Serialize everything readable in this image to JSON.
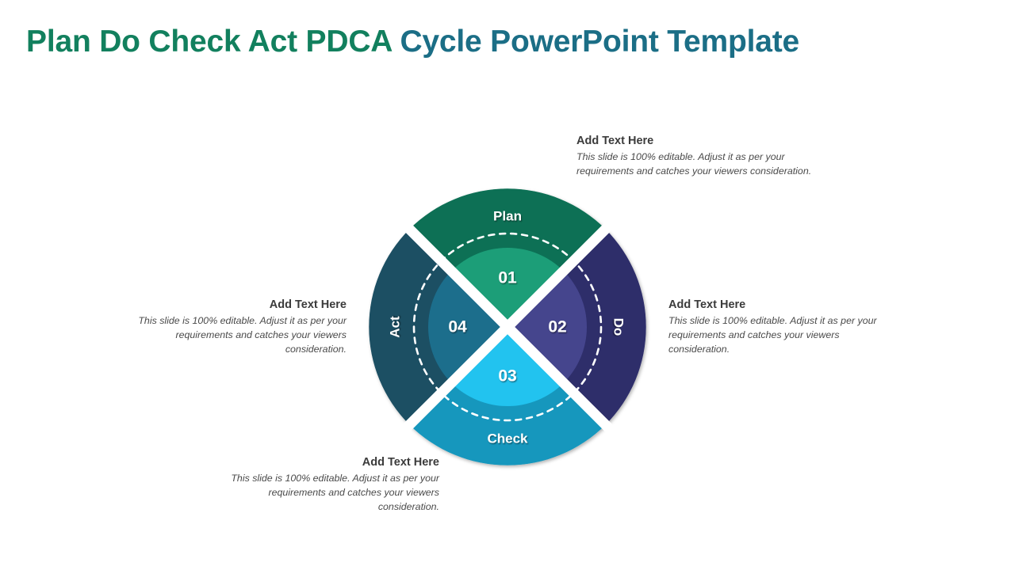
{
  "title": {
    "segment_green": "Plan Do Check Act PDCA ",
    "segment_blue": "Cycle PowerPoint Template",
    "color_green": "#12805e",
    "color_blue": "#1b6e86"
  },
  "diagram": {
    "type": "pdca-cycle-wheel",
    "segments": [
      {
        "id": "plan",
        "stage_label": "Plan",
        "number_label": "01",
        "position": "top",
        "outer_color": "#0a7054",
        "inner_color": "#1d9e78"
      },
      {
        "id": "do",
        "stage_label": "Do",
        "number_label": "02",
        "position": "right",
        "outer_color": "#2e2e6b",
        "inner_color": "#45458d"
      },
      {
        "id": "check",
        "stage_label": "Check",
        "number_label": "03",
        "position": "bottom",
        "outer_color": "#1397bd",
        "inner_color": "#24c3ef"
      },
      {
        "id": "act",
        "stage_label": "Act",
        "number_label": "04",
        "position": "left",
        "outer_color": "#1a4f64",
        "inner_color": "#1d6e8c"
      }
    ],
    "divider_color": "#ffffff",
    "dashed_arc_color": "#ffffff"
  },
  "callouts": [
    {
      "id": "plan",
      "heading": "Add Text Here",
      "body": "This slide is 100%  editable. Adjust it as per your requirements and catches your viewers consideration."
    },
    {
      "id": "do",
      "heading": "Add Text Here",
      "body": "This slide is 100%  editable. Adjust it as per your requirements and catches your viewers consideration."
    },
    {
      "id": "act",
      "heading": "Add Text Here",
      "body": "This slide is 100%  editable. Adjust it as per your requirements and catches your viewers consideration."
    },
    {
      "id": "check",
      "heading": "Add Text Here",
      "body": "This slide is 100%  editable. Adjust it as per your requirements and catches your viewers consideration."
    }
  ]
}
